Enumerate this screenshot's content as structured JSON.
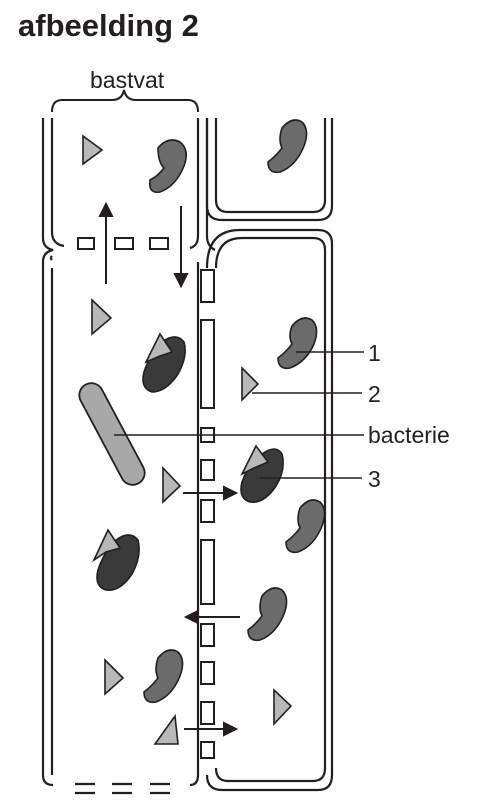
{
  "title": "afbeelding 2",
  "labels": {
    "bastvat": "bastvat",
    "l1": "1",
    "l2": "2",
    "bacterie": "bacterie",
    "l3": "3"
  },
  "colors": {
    "outline": "#231f20",
    "dark_shape": "#3a3a3a",
    "mid_shape": "#6b6b6b",
    "light_shape": "#b8b8b8",
    "bacterium": "#a8a8a8"
  }
}
